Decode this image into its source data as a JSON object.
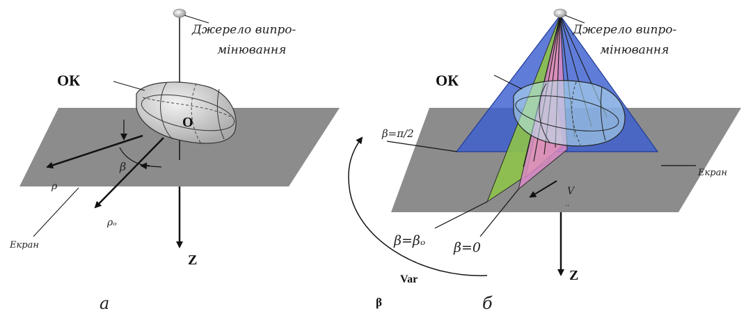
{
  "panel_a": {
    "source_label_line1": "Джерело випро-",
    "source_label_line2": "мінювання",
    "object_label": "ОК",
    "center_label": "О",
    "angle_label": "β",
    "rho_label": "ρ",
    "rho0_label": "ρₒ",
    "screen_label": "Екран",
    "z_label": "Z",
    "caption": "а"
  },
  "panel_b": {
    "source_label_line1": "Джерело випро-",
    "source_label_line2": "мінювання",
    "object_label": "ОК",
    "beta_half_pi_label": "β=π/2",
    "beta0_label": "β=βₒ",
    "beta_zero_label": "β=0",
    "screen_label": "Екран",
    "v_label": "V",
    "z_label": "Z",
    "var_label": "Var",
    "beta_bold_label": "β",
    "caption": "б"
  },
  "colors": {
    "screen": "#8c8c8c",
    "cone": "#3c5fd0",
    "green_fan": "#8ec34a",
    "orange_fan": "#f0c070",
    "pink_fan": "#d98ac6",
    "object": "#c8c8c8"
  }
}
